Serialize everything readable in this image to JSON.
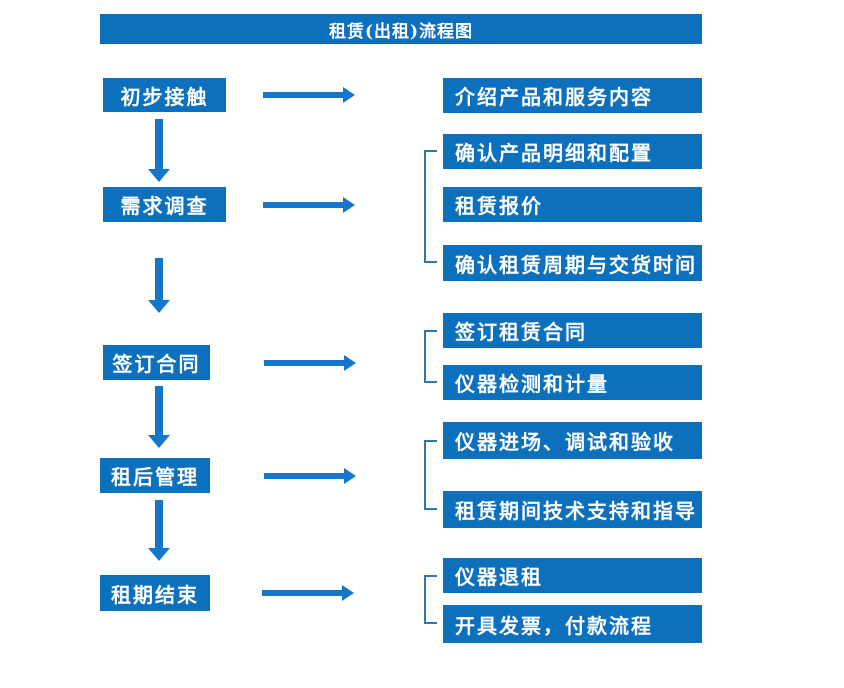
{
  "title": "租赁(出租)流程图",
  "colors": {
    "box": "#0d70bc",
    "arrow": "#1576cb",
    "bracket": "#2e75b6",
    "text": "#ffffff"
  },
  "flow": {
    "steps": [
      {
        "label": "初步接触",
        "details": [
          "介绍产品和服务内容"
        ]
      },
      {
        "label": "需求调查",
        "details": [
          "确认产品明细和配置",
          "租赁报价",
          "确认租赁周期与交货时间"
        ]
      },
      {
        "label": "签订合同",
        "details": [
          "签订租赁合同",
          "仪器检测和计量"
        ]
      },
      {
        "label": "租后管理",
        "details": [
          "仪器进场、调试和验收",
          "租赁期间技术支持和指导"
        ]
      },
      {
        "label": "租期结束",
        "details": [
          "仪器退租",
          "开具发票，付款流程"
        ]
      }
    ]
  }
}
